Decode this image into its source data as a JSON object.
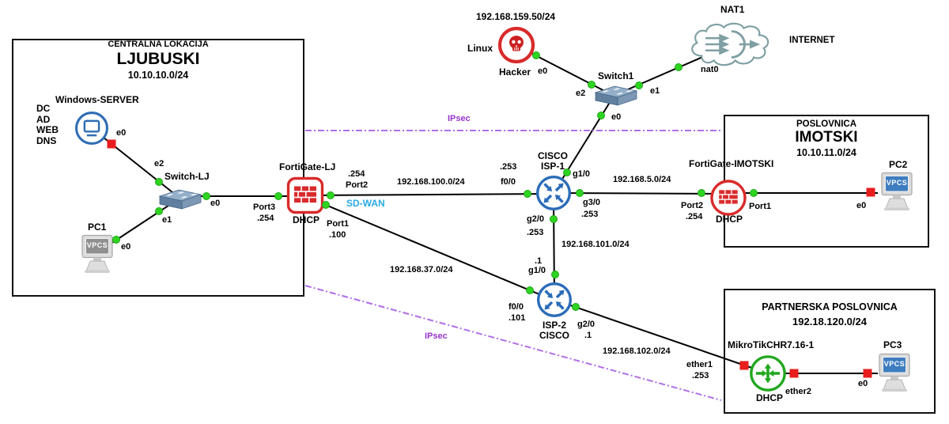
{
  "app_title": "GNS3 network topology",
  "colors": {
    "link": "#000000",
    "ipsec_line": "#b06ee8",
    "ipsec_label": "#9933cc",
    "sdwan_label": "#29abe2",
    "status_up": "#2fd422",
    "status_down": "#e81d1d",
    "router_blue": "#2b6cb8",
    "firewall_red": "#d92b2b",
    "mikrotik_green": "#21a81f",
    "server_blue": "#2e6db4"
  },
  "sites": {
    "ljubuski": {
      "title": "CENTRALNA LOKACIJA",
      "name": "LJUBUSKI",
      "subnet": "10.10.10.0/24"
    },
    "imotski": {
      "title": "POSLOVNICA",
      "name": "IMOTSKI",
      "subnet": "10.10.11.0/24"
    },
    "partnerska": {
      "title": "PARTNERSKA POSLOVNICA",
      "subnet": "192.18.120.0/24"
    }
  },
  "nodes": {
    "windows_server": {
      "name": "Windows-SERVER",
      "roles": [
        "DC",
        "AD",
        "WEB",
        "DNS"
      ],
      "ports": {
        "e0": "e0"
      }
    },
    "switch_lj": {
      "name": "Switch-LJ",
      "ports": {
        "e0": "e0",
        "e1": "e1",
        "e2": "e2"
      }
    },
    "pc1": {
      "name": "PC1",
      "screen": "VPCS",
      "ports": {
        "e0": "e0"
      }
    },
    "fortigate_lj": {
      "name": "FortiGate-LJ",
      "dhcp": "DHCP",
      "sdwan": "SD-WAN",
      "ports": {
        "port3": "Port3",
        "port3_ip": ".254",
        "port2": "Port2",
        "port2_ip": ".254",
        "port1": "Port1",
        "port1_ip": ".100"
      }
    },
    "isp1": {
      "line1": "CISCO",
      "line2": "ISP-1",
      "ports": {
        "f00": "f0/0",
        "f00_ip": ".253",
        "g10": "g1/0",
        "g30": "g3/0",
        "g30_ip": ".253",
        "g20": "g2/0",
        "g20_ip": ".253"
      }
    },
    "hacker": {
      "os": "Linux",
      "name": "Hacker",
      "ip": "192.168.159.50/24",
      "ports": {
        "e0": "e0"
      }
    },
    "switch1": {
      "name": "Switch1",
      "ports": {
        "e0": "e0",
        "e1": "e1",
        "e2": "e2"
      }
    },
    "nat1": {
      "name": "NAT1",
      "internet": "INTERNET",
      "ports": {
        "nat0": "nat0"
      }
    },
    "fortigate_imotski": {
      "name": "FortiGate-IMOTSKI",
      "dhcp": "DHCP",
      "ports": {
        "port2": "Port2",
        "port2_ip": ".254",
        "port1": "Port1"
      }
    },
    "pc2": {
      "name": "PC2",
      "screen": "VPCS",
      "ports": {
        "e0": "e0"
      }
    },
    "isp2": {
      "line1": "ISP-2",
      "line2": "CISCO",
      "ports": {
        "g10": "g1/0",
        "g10_ip": ".1",
        "f00": "f0/0",
        "f00_ip": ".101",
        "g20": "g2/0",
        "g20_ip": ".1"
      }
    },
    "mikrotik": {
      "name": "MikroTikCHR7.16-1",
      "dhcp": "DHCP",
      "ports": {
        "ether1": "ether1",
        "ether1_ip": ".253",
        "ether2": "ether2"
      }
    },
    "pc3": {
      "name": "PC3",
      "screen": "VPCS",
      "ports": {
        "e0": "e0"
      }
    }
  },
  "links": {
    "lj_isp1": "192.168.100.0/24",
    "lj_isp2": "192.168.37.0/24",
    "isp1_imotski": "192.168.5.0/24",
    "isp1_isp2": "192.168.101.0/24",
    "isp2_partner": "192.168.102.0/24"
  },
  "tunnels": {
    "top_label": "IPsec",
    "bottom_label": "IPsec"
  }
}
